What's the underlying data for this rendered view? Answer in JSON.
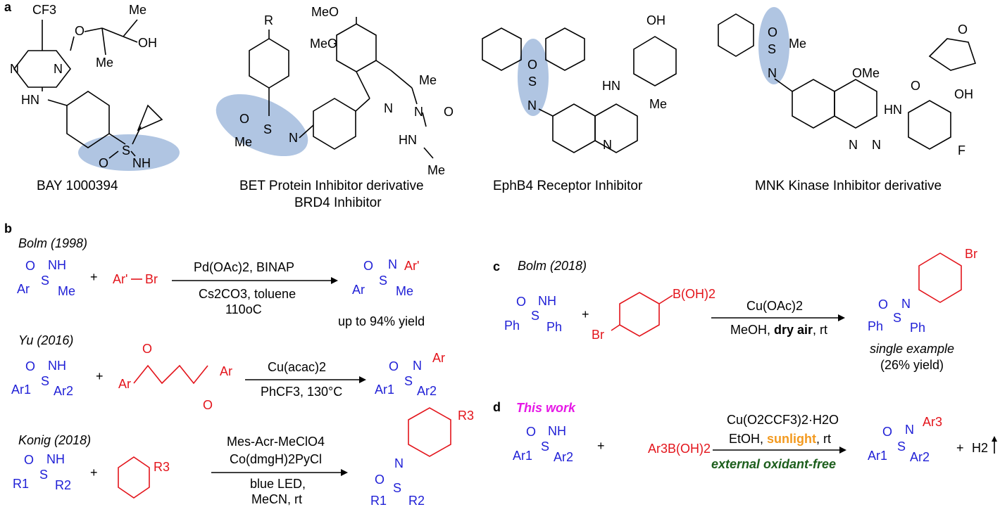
{
  "panels": {
    "a": "a",
    "b": "b",
    "c": "c",
    "d": "d"
  },
  "inhibitors": [
    {
      "name": "BAY 1000394"
    },
    {
      "name": "BET Protein Inhibitor derivative",
      "sub": "BRD4 Inhibitor"
    },
    {
      "name": "EphB4 Receptor Inhibitor"
    },
    {
      "name": "MNK Kinase Inhibitor derivative"
    }
  ],
  "atoms": {
    "cf3": "CF3",
    "me": "Me",
    "oh": "OH",
    "o": "O",
    "n": "N",
    "hn": "HN",
    "nh": "NH",
    "s": "S",
    "r": "R",
    "meo": "MeO",
    "ome": "OMe",
    "f": "F",
    "hn_sub": "HN",
    "br": "Br",
    "ph": "Ph",
    "ar": "Ar",
    "ar_prime": "Ar'",
    "ar1": "Ar1",
    "ar2": "Ar2",
    "r1": "R1",
    "r2": "R2",
    "r3": "R3",
    "b_oh2": "B(OH)2",
    "ar3": "Ar3",
    "ar3_b_oh2": "Ar3B(OH)2",
    "h2": "H2",
    "plus": "+",
    "dash": "—"
  },
  "reactions": {
    "bolm1998": {
      "ref": "Bolm (1998)",
      "cond_top": "Pd(OAc)2, BINAP",
      "cond_bot1": "Cs2CO3, toluene",
      "cond_bot2": "110oC",
      "result": "up to 94% yield"
    },
    "yu2016": {
      "ref": "Yu (2016)",
      "cond_top": "Cu(acac)2",
      "cond_bot": "PhCF3, 130°C"
    },
    "konig2018": {
      "ref": "Konig (2018)",
      "cond_top1": "Mes-Acr-MeClO4",
      "cond_top2": "Co(dmgH)2PyCl",
      "cond_bot1": "blue LED,",
      "cond_bot2": "MeCN, rt"
    },
    "bolm2018": {
      "ref": "Bolm (2018)",
      "cond_top": "Cu(OAc)2",
      "cond_bot_pre": "MeOH, ",
      "cond_bot_bold": "dry air",
      "cond_bot_post": ", rt",
      "result1": "single example",
      "result2": "(26% yield)"
    },
    "this_work": {
      "label": "This work",
      "cond_top": "Cu(O2CCF3)2·H2O",
      "cond_bot_pre": "EtOH, ",
      "cond_bot_hl": "sunlight",
      "cond_bot_post": ", rt",
      "note": "external oxidant-free"
    }
  },
  "colors": {
    "blue": "#1f1fd6",
    "red": "#e3141b",
    "magenta": "#e619e6",
    "green": "#1c5e1c",
    "orange": "#f39a1f",
    "highlight": "#a7bfdf"
  }
}
